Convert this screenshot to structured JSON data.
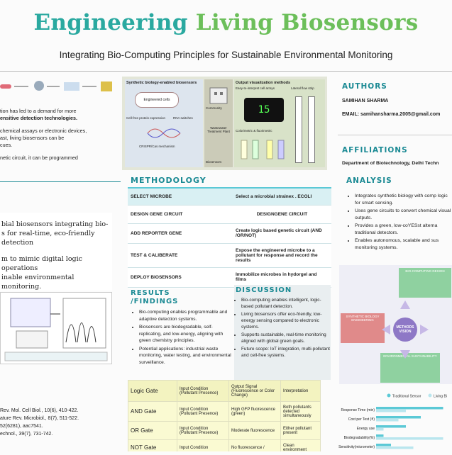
{
  "header": {
    "title_a": "Engineering ",
    "title_b": "Living Biosensors",
    "subtitle": "Integrating Bio-Computing Principles for Sustainable Environmental Monitoring"
  },
  "left": {
    "lines": [
      "tion has led to a demand for more",
      "ensitive detection technologies.",
      "chemical assays or electronic devices,",
      "ast, living biosensors can be",
      "cues.",
      "netic circuit, it can be programmed"
    ],
    "highlight": [
      "bial biosensors integrating bio-",
      "s for real-time, eco-friendly detection",
      "m to mimic digital logic operations",
      "inable environmental monitoring."
    ],
    "refs": [
      "Rev. Mol. Cell Biol., 10(6), 410-422.",
      "ature Rev. Microbiol., 8(7), 511-522.",
      "52(6281), aac7541.",
      "echnol., 39(7), 731-742."
    ]
  },
  "figure_top": {
    "title_left": "Synthetic biology-enabled biosensors",
    "engineered": "Engineered cells",
    "cellfree": "Cell-free protein expression",
    "rna": "RNA switches",
    "crispr": "CRISPR/Cas mechanism",
    "community": "Community",
    "wastewater": "Wastewater Treatment Plant",
    "bacteria": "Biosensors",
    "title_right": "Output visualization methods",
    "easy": "Easy-to-interpret cell arrays",
    "lateral": "Lateral flow strip",
    "colorimetric": "Colorimetric & fluorimetric",
    "readout": "15"
  },
  "methodology": {
    "heading": "METHODOLOGY",
    "rows": [
      {
        "step": "SELECT MICROBE",
        "desc": "Select a microbial strainex . ECOLI"
      },
      {
        "step": "DESIGN GENE CIRCUIT",
        "desc": "DESIGNGENE CIRCUIT"
      },
      {
        "step": "ADD REPORTER GENE",
        "desc": "Create logic based genetic circuit (AND /OR/NOT)"
      },
      {
        "step": "TEST & CALIBERATE",
        "desc": "Expose the engineered microbe to a pollutant for response and record the results"
      },
      {
        "step": "DEPLOY BIOSENSORS",
        "desc": "Immobilize microbes in hydorgel and films"
      }
    ]
  },
  "results": {
    "heading": "RESULTS /FINDINGS",
    "items": [
      "Bio-computing enables programmable and adaptive detection systems.",
      "Biosensors are biodegradable, self-replicating, and low-energy, aligning with green chemistry principles.",
      "Potential applications: industrial waste monitoring, water testing, and environmental surveillance."
    ]
  },
  "discussion": {
    "heading": "DISCUSSION",
    "items": [
      "Bio-computing enables intelligent, logic-based pollutant detection.",
      "Living biosensors offer eco-friendly, low-energy sensing compared to electronic systems.",
      "Supports sustainable, real-time monitoring aligned with global green goals.",
      "Future scope: IoT integration, multi-pollutant and cell-free systems."
    ]
  },
  "logic": {
    "headers": [
      "Logic Gate",
      "Input Condition (Pollutant Presence)",
      "Output Signal (Fluorescence or Color Change)",
      "Interpretation"
    ],
    "rows": [
      [
        "AND Gate",
        "Input Condition (Pollutant Presence)",
        "High GFP fluorescence (green)",
        "Both pollutants detected simultaneously"
      ],
      [
        "OR Gate",
        "Input Condition (Pollutant Presence)",
        "Moderate fluorescence",
        "Either pollutant present"
      ],
      [
        "NOT Gate",
        "Input Condition",
        "No fluorescence /",
        "Clean environment"
      ]
    ]
  },
  "authors": {
    "heading": "AUTHORS",
    "name": "SAMIHAN SHARMA",
    "email": "EMAIL: samihansharma.2005@gmail.com"
  },
  "affiliations": {
    "heading": "AFFILIATIONS",
    "dept": "Department of Biotechnology, Delhi Techn"
  },
  "analysis": {
    "heading": "ANALYSIS",
    "items": [
      "Integrates synthetic biology with comp logic for smart sensing.",
      "Uses gene circuits to convert chemical visual outputs.",
      "Provides a green, low-coYESst alterna traditional detectors.",
      "Enables autonomous, scalable and sus monitoring systems."
    ]
  },
  "diagram": {
    "center": "METHODS VISION",
    "top": "BIO-COMPUTING DESIGN",
    "left": "SYNTHETIC BIOLOGY ENGINEERING",
    "bottom": "ENVIRONMENTAL SUSTAINABILITY"
  },
  "chart_data": {
    "type": "bar",
    "categories": [
      "Response Time (min)",
      "Cost per Test (₹)",
      "Energy use",
      "Biodegradability(%)",
      "Sensitivity(micrometer)"
    ],
    "series": [
      {
        "name": "Traditional Sensor",
        "values": [
          9,
          6,
          4,
          1,
          2
        ],
        "color": "#5bc9d6"
      },
      {
        "name": "Living Bi",
        "values": [
          4,
          3,
          1,
          9,
          5
        ],
        "color": "#b9e6ee"
      }
    ],
    "xlim": [
      0,
      10
    ]
  },
  "colors": {
    "teal": "#1b8a94",
    "green": "#6cbf5a"
  }
}
